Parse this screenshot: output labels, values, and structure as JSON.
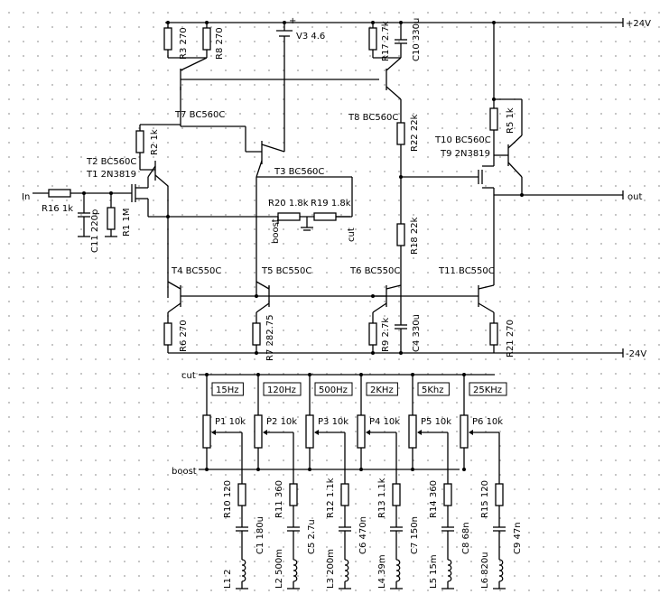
{
  "rails": {
    "pos": "+24V",
    "neg": "-24V",
    "input": "In",
    "output": "out"
  },
  "buses": {
    "cut": "cut",
    "boost": "boost"
  },
  "components": {
    "R16": "R16 1k",
    "C11": "C11 220p",
    "R11": "R1 1M",
    "T1": "T1 2N3819",
    "T2": "T2 BC560C",
    "R2": "R2 1k",
    "R3": "R3 270",
    "R8": "R8 270",
    "T7": "T7 BC560C",
    "V3": "V3 4.6",
    "T3": "T3 BC560C",
    "R17": "R17 2.7k",
    "C10": "C10 330u",
    "T8": "T8 BC560C",
    "R22": "R22 22k",
    "R18": "R18 22k",
    "R20": "R20 1.8k",
    "R19": "R19 1.8k",
    "boost_node": "boost",
    "cut_node": "cut",
    "T4": "T4 BC550C",
    "T5": "T5 BC550C",
    "T6": "T6 BC550C",
    "T11": "T11 BC550C",
    "R6": "R6 270",
    "R7": "R7 282.75",
    "R9": "R9 2.7k",
    "C4": "C4 330u",
    "R21": "R21 270",
    "R5": "R5 1k",
    "T10": "T10 BC560C",
    "T9": "T9 2N3819"
  },
  "bands": [
    {
      "freq": "15Hz",
      "pot": "P1 10k",
      "r": "R10 120",
      "c": "C1 180u",
      "l": "L1 2"
    },
    {
      "freq": "120Hz",
      "pot": "P2 10k",
      "r": "R11 360",
      "c": "C5 2.7u",
      "l": "L2 500m"
    },
    {
      "freq": "500Hz",
      "pot": "P3 10k",
      "r": "R12 1.1k",
      "c": "C6 470n",
      "l": "L3 200m"
    },
    {
      "freq": "2KHz",
      "pot": "P4 10k",
      "r": "R13 1.1k",
      "c": "C7 150n",
      "l": "L4 39m"
    },
    {
      "freq": "5Khz",
      "pot": "P5 10k",
      "r": "R14 360",
      "c": "C8 68n",
      "l": "L5 15m"
    },
    {
      "freq": "25KHz",
      "pot": "P6 10k",
      "r": "R15 120",
      "c": "C9 47n",
      "l": "L6 820u"
    }
  ]
}
